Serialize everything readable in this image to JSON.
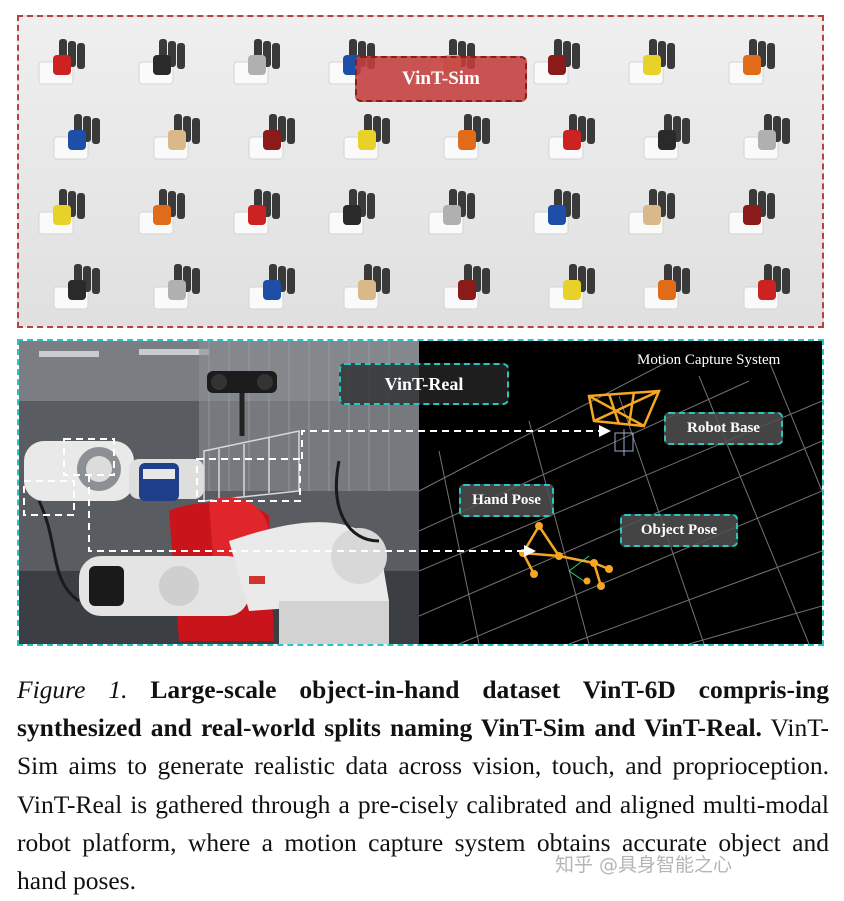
{
  "figure": {
    "sim_label": "VinT-Sim",
    "real_label": "VinT-Real",
    "mocap_title": "Motion Capture System",
    "robot_base_label": "Robot Base",
    "hand_pose_label": "Hand Pose",
    "object_pose_label": "Object Pose",
    "colors": {
      "sim_border": "#b5443f",
      "sim_label_bg": "#c43d3c",
      "real_border": "#27c6c0",
      "mocap_bg": "#000000",
      "marker_orange": "#f5a623"
    }
  },
  "caption": {
    "fig_label": "Figure 1.",
    "bold_text": "Large-scale object-in-hand dataset VinT-6D compris-ing synthesized and real-world splits naming VinT-Sim and VinT-Real.",
    "body_text": "VinT-Sim aims to generate realistic data across vision, touch, and proprioception. VinT-Real is gathered through a pre-cisely calibrated and aligned multi-modal robot platform, where a motion capture system obtains accurate object and hand poses."
  },
  "watermark": "知乎 @具身智能之心"
}
